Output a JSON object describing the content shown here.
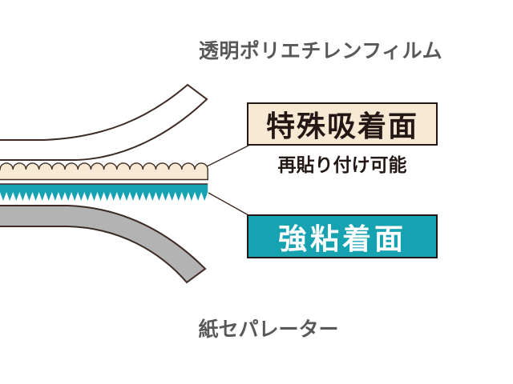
{
  "diagram": {
    "labels": {
      "top_film": "透明ポリエチレンフィルム",
      "adsorption_box": "特殊吸着面",
      "adsorption_note": "再貼り付け可能",
      "adhesive_box": "強粘着面",
      "bottom_separator": "紙セパレーター"
    },
    "colors": {
      "cream": "#f8e9d4",
      "teal": "#17a2b2",
      "gray_band": "#b3b3b3",
      "outline": "#3d2b24",
      "border_dark": "#231815",
      "text_gray": "#595757",
      "white": "#ffffff"
    }
  }
}
